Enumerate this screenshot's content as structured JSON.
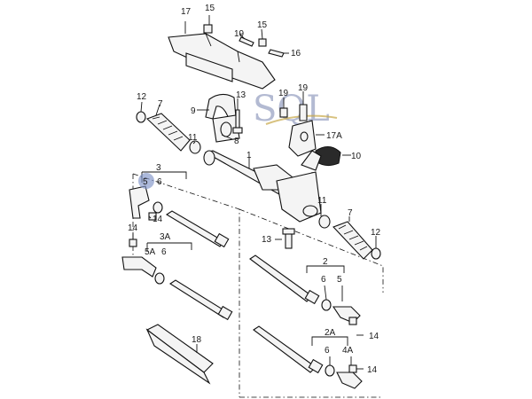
{
  "logo": {
    "text": "SQL"
  },
  "callouts": {
    "c17": "17",
    "c15a": "15",
    "c15b": "15",
    "c19a": "19",
    "c16": "16",
    "c12a": "12",
    "c7a": "7",
    "c9": "9",
    "c13a": "13",
    "c19b": "19",
    "c19c": "19",
    "c8": "8",
    "c17A": "17A",
    "c11a": "11",
    "c1": "1",
    "c10": "10",
    "c3": "3",
    "c5": "5",
    "c6a": "6",
    "c14a": "14",
    "c11b": "11",
    "c7b": "7",
    "c12b": "12",
    "c14b": "14",
    "c3A": "3A",
    "c13b": "13",
    "c5A": "5A",
    "c6b": "6",
    "c2": "2",
    "c6c": "6",
    "c5r": "5",
    "c18": "18",
    "c14c": "14",
    "c2A": "2A",
    "c6d": "6",
    "c4A": "4A",
    "c14d": "14"
  }
}
